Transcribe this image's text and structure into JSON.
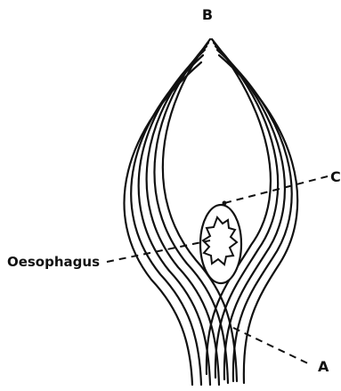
{
  "labels": {
    "top": "B",
    "right": "C",
    "bottom_right": "A",
    "organ": "Oesophagus"
  },
  "colors": {
    "ink": "#111111",
    "background": "#ffffff"
  }
}
